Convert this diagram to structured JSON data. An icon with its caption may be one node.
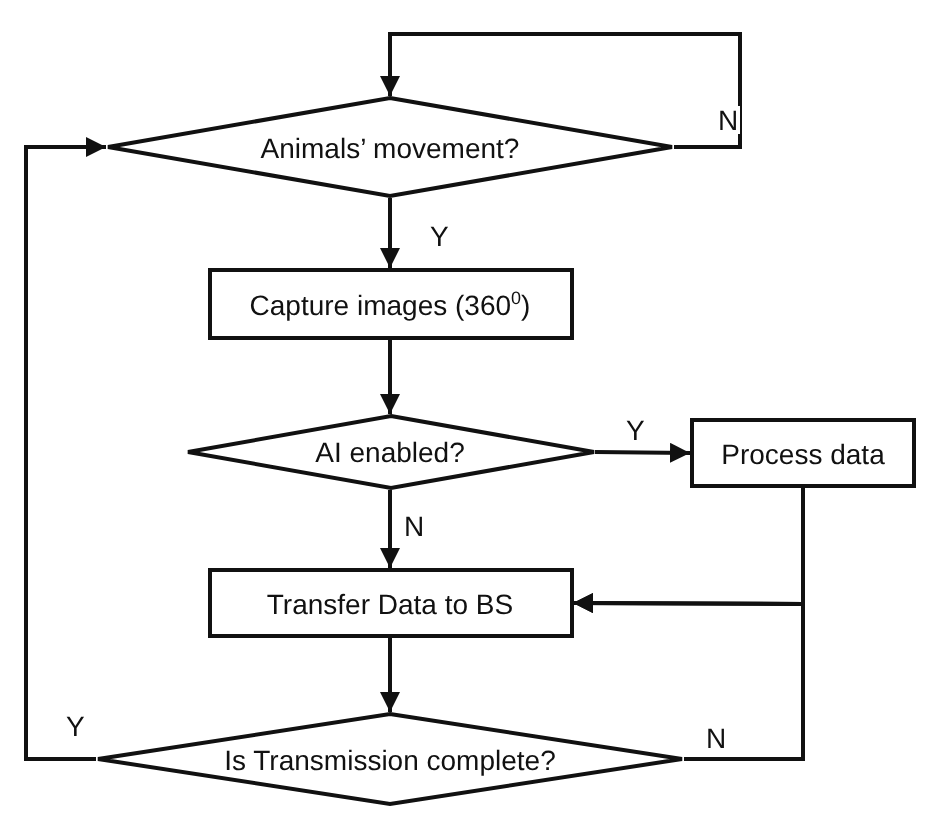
{
  "diagram": {
    "nodes": [
      {
        "text": [
          "Animals’ movement?"
        ]
      },
      {
        "text": [
          "Capture images (360$^{0}$)"
        ]
      },
      {
        "text": [
          "AI enabled?"
        ]
      },
      {
        "text": [
          "Process data"
        ]
      },
      {
        "text": [
          "Transfer Data to BS"
        ]
      },
      {
        "text": [
          "Is Transmission complete?"
        ]
      }
    ],
    "edges": [
      {
        "from": 0,
        "to": 0,
        "arrow": "to",
        "label": "N"
      },
      {
        "from": 0,
        "to": 1,
        "arrow": "to",
        "label": "Y"
      },
      {
        "from": 1,
        "to": 2,
        "arrow": "to"
      },
      {
        "from": 2,
        "to": 3,
        "arrow": "to",
        "label": "Y"
      },
      {
        "from": 2,
        "to": 4,
        "arrow": "to",
        "label": "N"
      },
      {
        "from": 3,
        "to": 4,
        "arrow": "to"
      },
      {
        "from": 4,
        "to": 5,
        "arrow": "to"
      },
      {
        "from": 5,
        "to": 0,
        "arrow": "to",
        "label": "Y"
      },
      {
        "from": 5,
        "to": 4,
        "arrow": "to",
        "label": "N"
      }
    ]
  }
}
